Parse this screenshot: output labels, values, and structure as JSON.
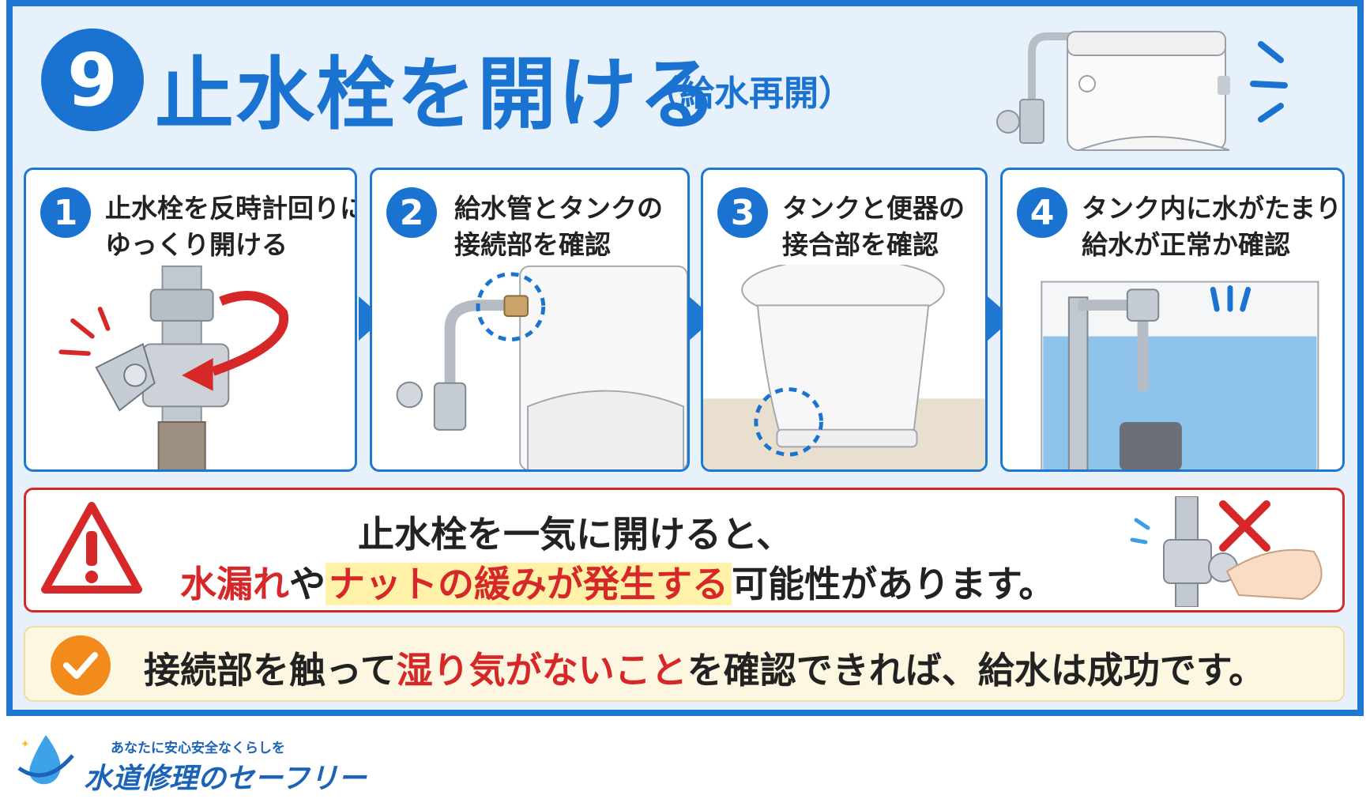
{
  "header": {
    "number": "9",
    "title": "止水栓を開ける",
    "subtitle": "（給水再開）"
  },
  "steps": [
    {
      "number": "1",
      "line1": "止水栓を反時計回りに",
      "line2": "ゆっくり開ける"
    },
    {
      "number": "2",
      "line1": "給水管とタンクの",
      "line2": "接続部を確認"
    },
    {
      "number": "3",
      "line1": "タンクと便器の",
      "line2": "接合部を確認"
    },
    {
      "number": "4",
      "line1": "タンク内に水がたまり",
      "line2": "給水が正常か確認"
    }
  ],
  "warning": {
    "line1": "止水栓を一気に開けると、",
    "line2_part1": "水漏れ",
    "line2_part2": "や",
    "line2_part3": "ナットの緩みが発生する",
    "line2_part4": "可能性があります。"
  },
  "success": {
    "part1": "接続部を触って",
    "part2": "湿り気がないこと",
    "part3": "を確認できれば、給水は成功です。"
  },
  "logo": {
    "tagline": "あなたに安心安全なくらしを",
    "name": "水道修理のセーフリー"
  },
  "colors": {
    "accent_blue": "#1a73d0",
    "warning_red": "#d62828",
    "check_orange": "#f28a1c"
  }
}
